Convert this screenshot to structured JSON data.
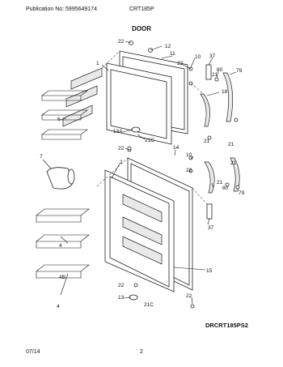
{
  "header": {
    "publication": "Publication No: 5995649174",
    "model": "CRT185P"
  },
  "section_title": "DOOR",
  "drawing_code": "DRCRT185PS2",
  "footer": {
    "date": "07/14",
    "page": "2"
  },
  "callouts": [
    "22",
    "12",
    "11",
    "1",
    "22",
    "10",
    "37",
    "80",
    "21",
    "79",
    "6",
    "18",
    "21",
    "13A",
    "21C",
    "22",
    "14",
    "10",
    "22",
    "21",
    "7",
    "2",
    "21",
    "80",
    "79",
    "21",
    "4",
    "37",
    "15",
    "4B",
    "4",
    "22",
    "13",
    "21C",
    "22"
  ]
}
